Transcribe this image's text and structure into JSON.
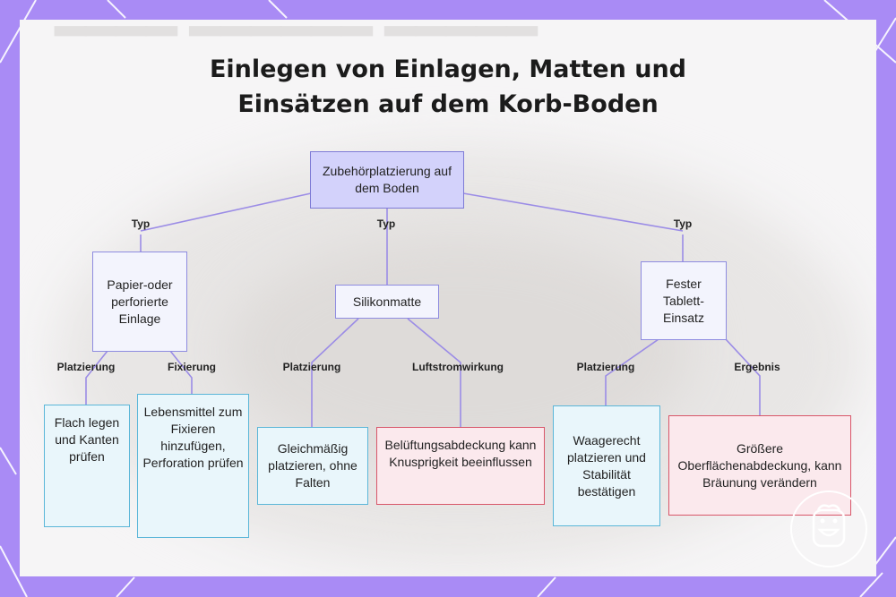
{
  "title": {
    "line1": "Einlegen von Einlagen, Matten und",
    "line2": "Einsätzen auf dem Korb-Boden"
  },
  "diagram": {
    "root": "Zubehörplatzierung auf dem Boden",
    "branches": [
      {
        "edge_label": "Typ",
        "node": "Papier-oder perforierte Einlage",
        "children": [
          {
            "edge_label": "Platzierung",
            "node": "Flach legen und Kanten prüfen",
            "color": "blue"
          },
          {
            "edge_label": "Fixierung",
            "node": "Lebensmittel zum Fixieren hinzufügen, Perforation prüfen",
            "color": "blue"
          }
        ]
      },
      {
        "edge_label": "Typ",
        "node": "Silikonmatte",
        "children": [
          {
            "edge_label": "Platzierung",
            "node": "Gleichmäßig platzieren, ohne Falten",
            "color": "blue"
          },
          {
            "edge_label": "Luftstromwirkung",
            "node": "Belüftungsabdeckung kann Knusprigkeit beeinflussen",
            "color": "red"
          }
        ]
      },
      {
        "edge_label": "Typ",
        "node": "Fester Tablett-Einsatz",
        "children": [
          {
            "edge_label": "Platzierung",
            "node": "Waagerecht platzieren und Stabilität bestätigen",
            "color": "blue"
          },
          {
            "edge_label": "Ergebnis",
            "node": "Größere Oberflächenabdeckung, kann Bräunung verändern",
            "color": "red"
          }
        ]
      }
    ]
  },
  "colors": {
    "frame": "#a98bf5",
    "edge": "#9b8ce6",
    "root_fill": "#d3d2fb",
    "blue_border": "#5ab6d8",
    "red_border": "#d85669"
  },
  "icons": {
    "logo": "smiling-face-logo-icon"
  }
}
